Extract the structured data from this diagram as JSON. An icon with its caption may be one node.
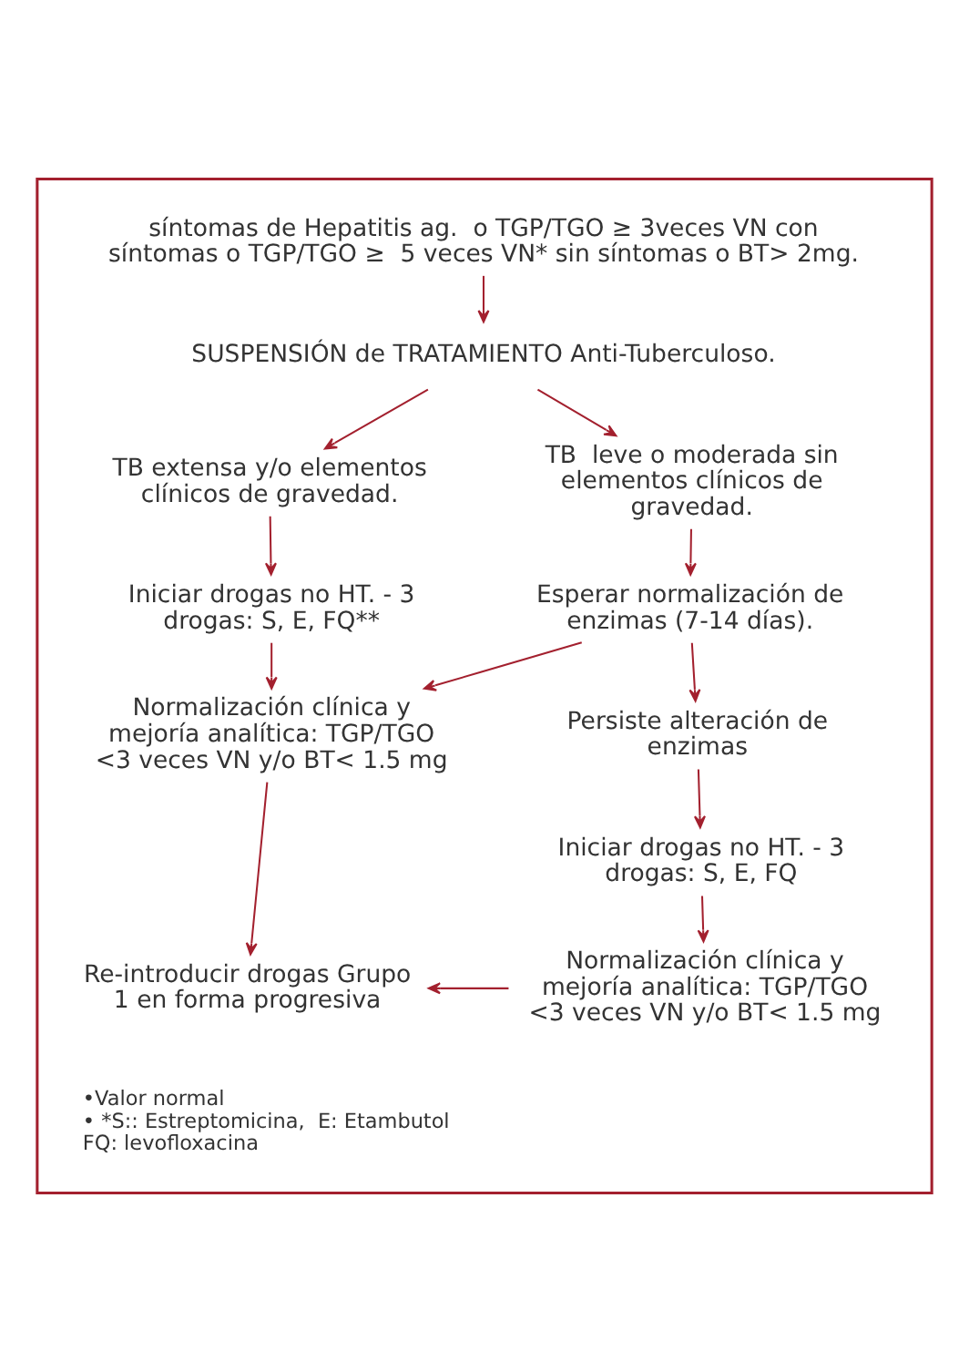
{
  "diagram": {
    "nodes": [
      {
        "text": [],
        "shape": "box"
      },
      {
        "text": [
          "síntomas de Hepatitis ag.  o TGP/TGO ≥ 3veces VN con síntomas o TGP/TGO ≥  5 veces VN* sin síntomas o BT> 2mg."
        ],
        "in": 0
      },
      {
        "text": [
          "SUSPENSIÓN de TRATAMIENTO Anti-Tuberculoso."
        ],
        "in": 0
      },
      {
        "text": [
          "TB extensa y/o elementos clínicos de gravedad."
        ],
        "in": 0
      },
      {
        "text": [
          "TB  leve o moderada sin elementos clínicos de gravedad."
        ],
        "in": 0
      },
      {
        "text": [
          "Iniciar drogas no HT. - 3 drogas: S, E, FQ**"
        ],
        "in": 0
      },
      {
        "text": [
          "Esperar normalización de enzimas (7-14 días)."
        ],
        "in": 0
      },
      {
        "text": [
          "Normalización clínica y mejoría analítica: TGP/TGO <3 veces VN y/o BT< 1.5 mg"
        ],
        "in": 0
      },
      {
        "text": [
          "Persiste alteración de enzimas"
        ],
        "in": 0
      },
      {
        "text": [
          "Iniciar drogas no HT. - 3 drogas: S, E, FQ"
        ],
        "in": 0
      },
      {
        "text": [
          "Re-introducir drogas Grupo 1 en forma progresiva"
        ],
        "in": 0
      },
      {
        "text": [
          "Normalización clínica y mejoría analítica: TGP/TGO <3 veces VN y/o BT< 1.5 mg"
        ],
        "in": 0
      }
    ],
    "edges": [
      {
        "from": 1,
        "to": 2,
        "arrow": "to"
      },
      {
        "from": 2,
        "to": 3,
        "arrow": "to"
      },
      {
        "from": 2,
        "to": 4,
        "arrow": "to"
      },
      {
        "from": 3,
        "to": 5,
        "arrow": "to"
      },
      {
        "from": 4,
        "to": 6,
        "arrow": "to"
      },
      {
        "from": 5,
        "to": 7,
        "arrow": "to"
      },
      {
        "from": 6,
        "to": 7,
        "arrow": "to"
      },
      {
        "from": 6,
        "to": 8,
        "arrow": "to"
      },
      {
        "from": 8,
        "to": 9,
        "arrow": "to"
      },
      {
        "from": 7,
        "to": 10,
        "arrow": "to"
      },
      {
        "from": 9,
        "to": 11,
        "arrow": "to"
      },
      {
        "from": 11,
        "to": 10,
        "arrow": "to"
      }
    ],
    "labels": [
      "•Valor normal",
      "• *S:: Estreptomicina,  E: Etambutol",
      "FQ: levofloxacina"
    ]
  }
}
